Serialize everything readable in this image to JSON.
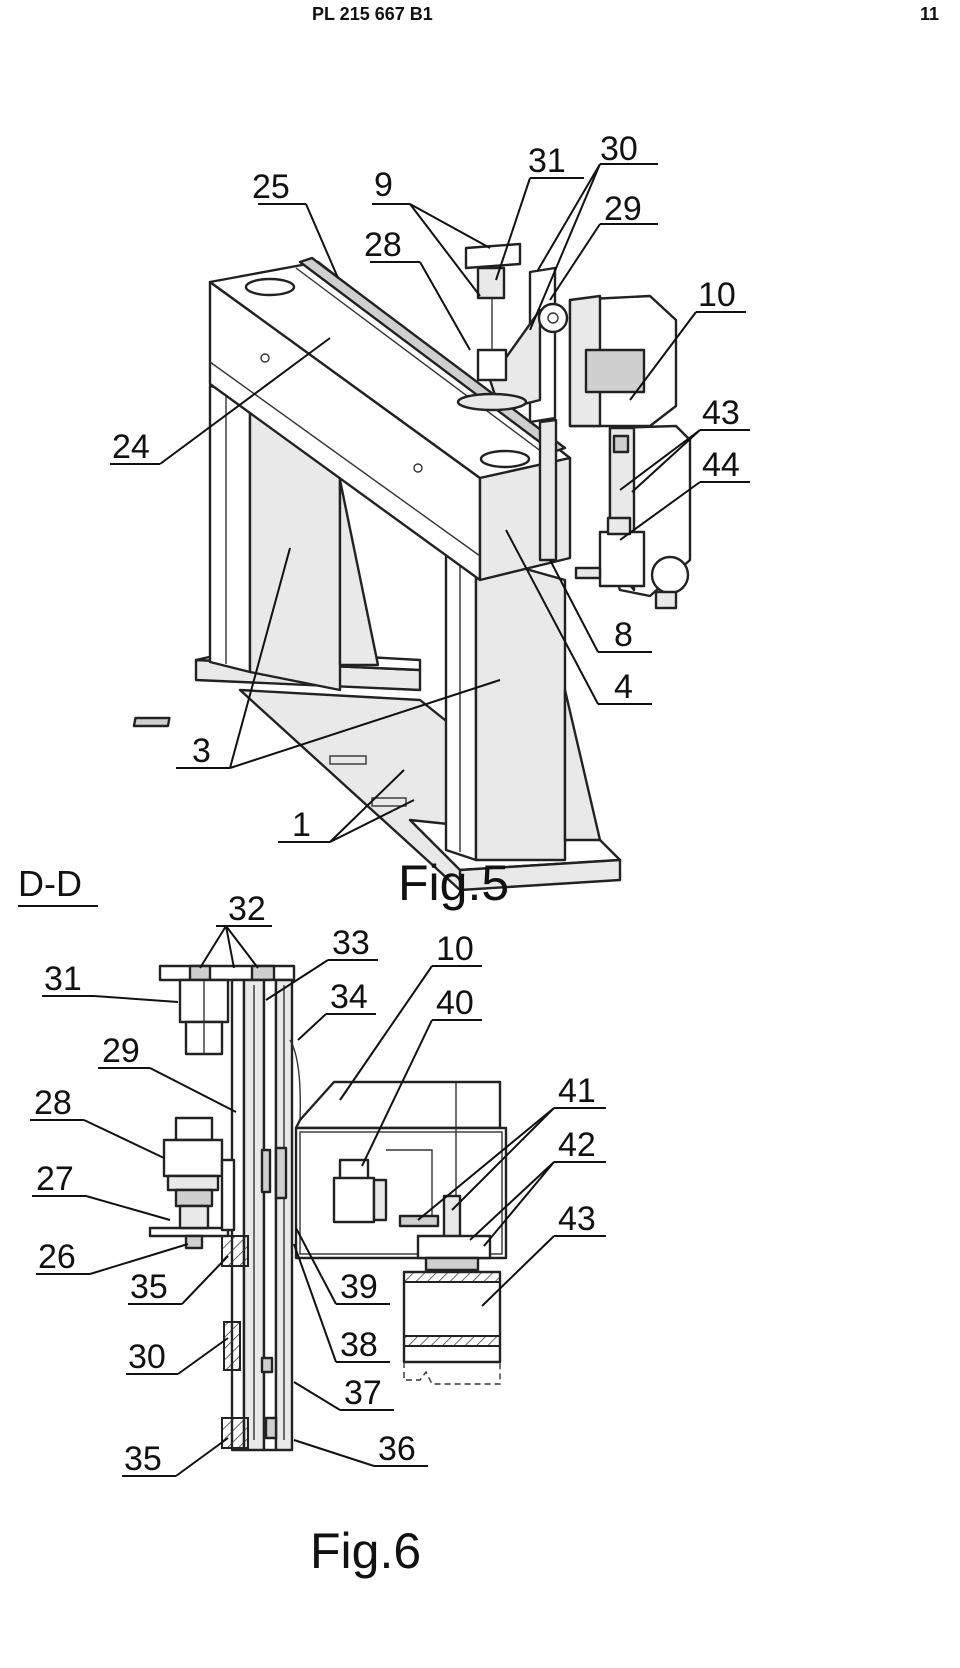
{
  "header": {
    "patent_number": "PL 215 667 B1",
    "page_number": "11"
  },
  "fig5": {
    "caption": "Fig.5",
    "labels": [
      "25",
      "9",
      "31",
      "30",
      "29",
      "28",
      "10",
      "24",
      "43",
      "44",
      "8",
      "4",
      "3",
      "1"
    ]
  },
  "fig6": {
    "caption": "Fig.6",
    "section": "D-D",
    "labels": [
      "32",
      "33",
      "10",
      "31",
      "34",
      "40",
      "29",
      "28",
      "41",
      "27",
      "42",
      "26",
      "43",
      "35",
      "39",
      "38",
      "30",
      "37",
      "35",
      "36"
    ]
  }
}
